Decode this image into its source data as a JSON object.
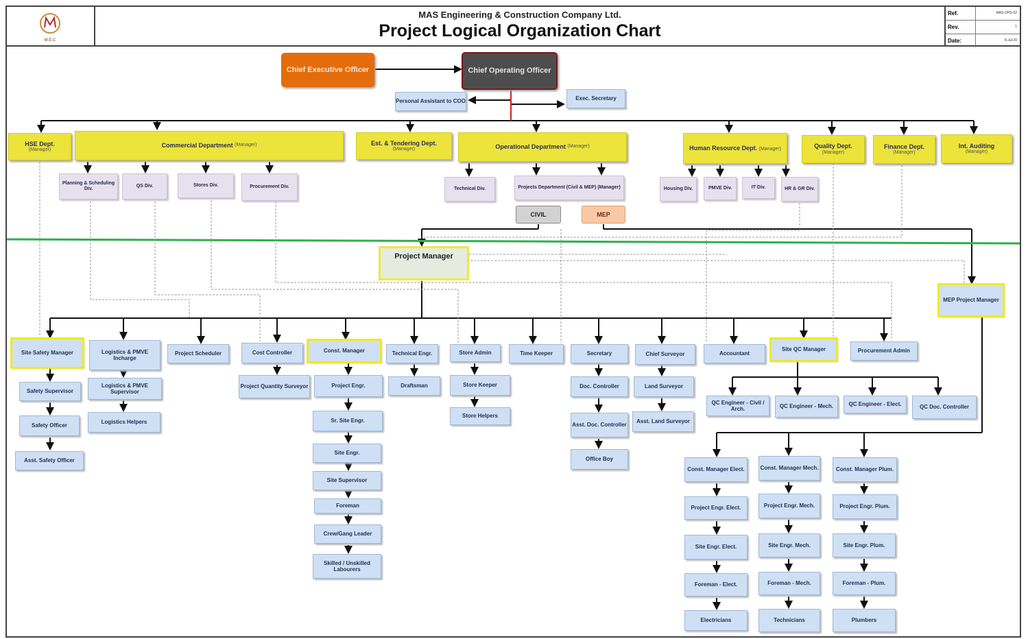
{
  "header": {
    "company": "MAS Engineering & Construction Company Ltd.",
    "title": "Project Logical Organization Chart",
    "logo_text": "M.E.C",
    "meta": [
      {
        "label": "Ref.",
        "value": "MAS-OHS-02"
      },
      {
        "label": "Rev.",
        "value": "1"
      },
      {
        "label": "Date:",
        "value": "8-Jul-20"
      }
    ]
  },
  "executives": {
    "ceo": "Chief Executive Officer",
    "coo": "Chief Operating Officer",
    "pa": "Personal Assistant to COO",
    "exec_sec": "Exec. Secretary"
  },
  "departments": {
    "hse": {
      "name": "HSE Dept.",
      "sub": "(Manager)"
    },
    "commercial": {
      "name": "Commercial Department",
      "sub": "(Manager)"
    },
    "tendering": {
      "name": "Est. & Tendering Dept.",
      "sub": "(Manager)"
    },
    "operational": {
      "name": "Operational Department",
      "sub": "(Manager)"
    },
    "hr": {
      "name": "Human Resource Dept.",
      "sub": "(Manager)"
    },
    "quality": {
      "name": "Quality Dept.",
      "sub": "(Manager)"
    },
    "finance": {
      "name": "Finance Dept.",
      "sub": "(Manager)"
    },
    "audit": {
      "name": "Int. Auditing",
      "sub": "(Manager)"
    }
  },
  "divisions": {
    "planning": "Planning & Scheduling Div.",
    "qs": "QS Div.",
    "stores": "Stores Div.",
    "procurement": "Procurement Div.",
    "technical": "Technical Div.",
    "projects": "Projects Department (Civil & MEP) (Manager)",
    "civil": "CIVIL",
    "mep": "MEP",
    "housing": "Housing Div.",
    "pmve": "PMVE Div.",
    "it": "IT Div.",
    "hrgr": "HR & GR Div."
  },
  "project": {
    "pm": "Project Manager",
    "mep_pm": "MEP Project Manager"
  },
  "roles": {
    "site_safety_manager": "Site Safety Manager",
    "safety_supervisor": "Safety Supervisor",
    "safety_officer": "Safety Officer",
    "asst_safety_officer": "Asst. Safety Officer",
    "logistics_incharge": "Logistics & PMVE Incharge",
    "logistics_supervisor": "Logistics & PMVE Supervisor",
    "logistics_helpers": "Logistics Helpers",
    "project_scheduler": "Project Scheduler",
    "cost_controller": "Cost Controller",
    "pqs": "Project Quantity Surveyor",
    "const_manager": "Const. Manager",
    "project_engr": "Project Engr.",
    "sr_site_engr": "Sr. Site Engr.",
    "site_engr": "Site Engr.",
    "site_supervisor": "Site Supervisor",
    "foreman": "Foreman",
    "crew_leader": "Crew/Gang Leader",
    "labourers": "Skilled / Unskilled Labourers",
    "technical_engr": "Technical Engr.",
    "draftsman": "Draftsman",
    "store_admin": "Store Admin",
    "store_keeper": "Store Keeper",
    "store_helpers": "Store Helpers",
    "time_keeper": "Time Keeper",
    "secretary": "Secretary",
    "doc_controller": "Doc. Controller",
    "asst_doc_controller": "Asst. Doc. Controller",
    "office_boy": "Office Boy",
    "chief_surveyor": "Chief Surveyor",
    "land_surveyor": "Land Surveyor",
    "asst_land_surveyor": "Asst. Land Surveyor",
    "accountant": "Accountant",
    "site_qc_manager": "Site QC Manager",
    "procurement_admin": "Procurement Admin",
    "qc_civil": "QC Engineer - Civil / Arch.",
    "qc_mech": "QC Engineer - Mech.",
    "qc_elect": "QC Engineer - Elect.",
    "qc_doc": "QC Doc. Controller"
  },
  "mep_columns": [
    {
      "manager": "Const. Manager Elect.",
      "engr": "Project Engr. Elect.",
      "site": "Site Engr. Elect.",
      "foreman": "Foreman - Elect.",
      "crew": "Electricians"
    },
    {
      "manager": "Const. Manager Mech.",
      "engr": "Project Engr. Mech.",
      "site": "Site Engr. Mech.",
      "foreman": "Foreman - Mech.",
      "crew": "Technicians"
    },
    {
      "manager": "Const. Manager Plum.",
      "engr": "Project Engr. Plum.",
      "site": "Site Engr. Plum.",
      "foreman": "Foreman - Plum.",
      "crew": "Plumbers"
    }
  ],
  "colors": {
    "ceo": "#e46c0a",
    "coo": "#4d4d4d",
    "department": "#ece43a",
    "role": "#cfe0f5",
    "division": "#e7e1ef",
    "divider": "#2db04b"
  }
}
